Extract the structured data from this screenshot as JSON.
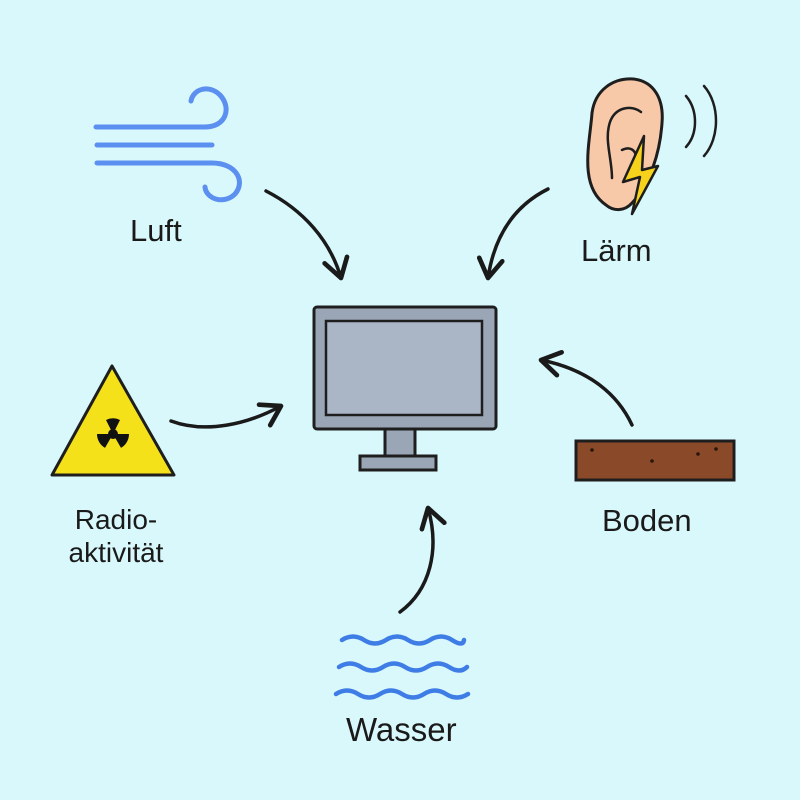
{
  "labels": {
    "luft": "Luft",
    "laerm": "Lärm",
    "radio_line1": "Radio-",
    "radio_line2": "aktivität",
    "boden": "Boden",
    "wasser": "Wasser"
  },
  "colors": {
    "background": "#d9f8fb",
    "wind": "#5b8ff0",
    "water": "#3f7de6",
    "monitor_body": "#9aa6b6",
    "monitor_screen": "#aab6c6",
    "hazard_yellow": "#f4e11a",
    "ear_skin": "#f8c9a8",
    "lightning": "#f7d21c",
    "soil": "#8a4a2a",
    "arrow": "#1a1a1a"
  },
  "icons": {
    "center": "computer-monitor-icon",
    "luft": "wind-icon",
    "laerm": "ear-noise-icon",
    "radioaktivitaet": "radiation-warning-icon",
    "boden": "soil-layer-icon",
    "wasser": "water-waves-icon"
  }
}
